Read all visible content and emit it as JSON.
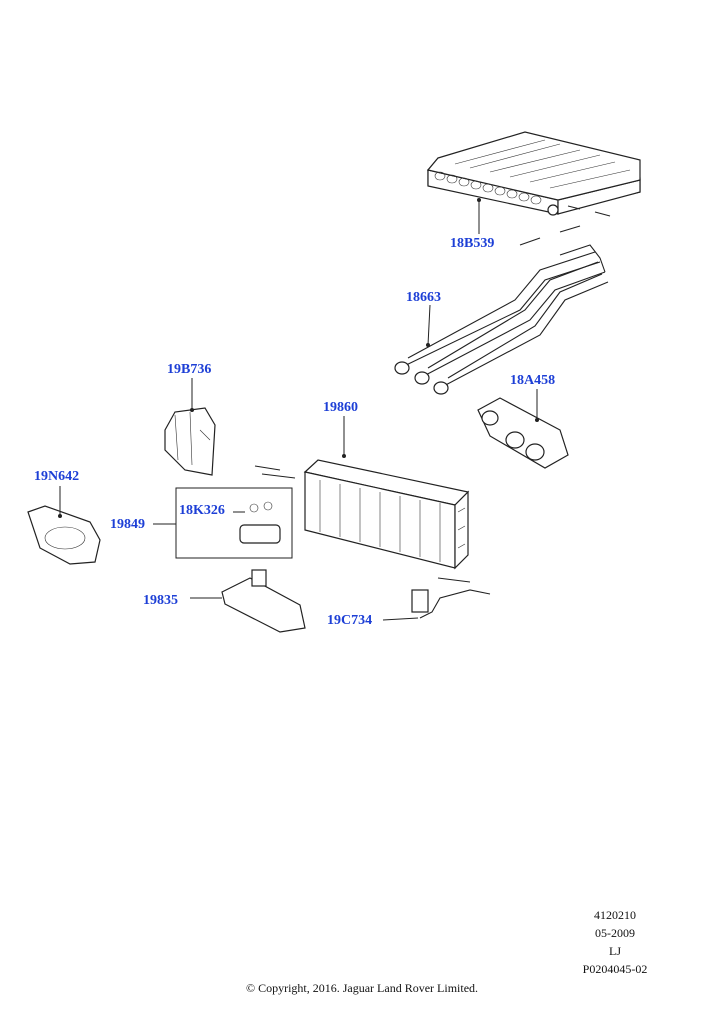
{
  "callouts": [
    {
      "id": "18B539",
      "label": "18B539"
    },
    {
      "id": "18663",
      "label": "18663"
    },
    {
      "id": "18A458",
      "label": "18A458"
    },
    {
      "id": "19B736",
      "label": "19B736"
    },
    {
      "id": "19860",
      "label": "19860"
    },
    {
      "id": "19N642",
      "label": "19N642"
    },
    {
      "id": "18K326",
      "label": "18K326"
    },
    {
      "id": "19849",
      "label": "19849"
    },
    {
      "id": "19835",
      "label": "19835"
    },
    {
      "id": "19C734",
      "label": "19C734"
    }
  ],
  "meta": {
    "drawing_number": "4120210",
    "date": "05-2009",
    "initials": "LJ",
    "illustration_id": "P0204045-02"
  },
  "copyright": "© Copyright, 2016. Jaguar Land Rover Limited.",
  "colors": {
    "callout": "#1d3fd6",
    "line": "#222222",
    "background": "#ffffff"
  }
}
